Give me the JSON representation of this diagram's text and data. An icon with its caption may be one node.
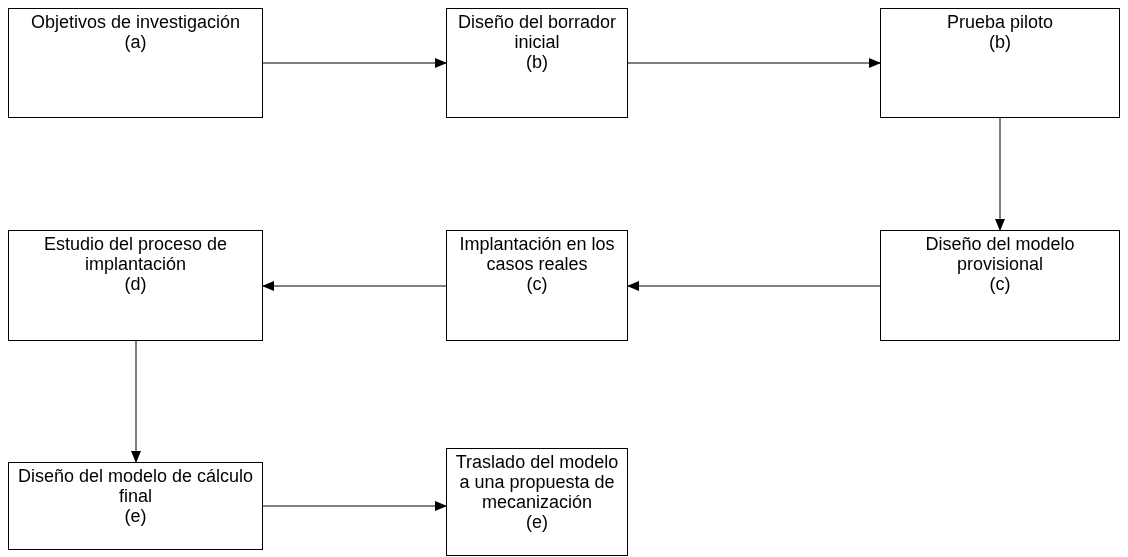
{
  "diagram": {
    "nodes": [
      {
        "text": [
          "Objetivos de investigación",
          "(a)"
        ]
      },
      {
        "text": [
          "Diseño del borrador inicial",
          "(b)"
        ]
      },
      {
        "text": [
          "Prueba piloto",
          "(b)"
        ]
      },
      {
        "text": [
          "Diseño del modelo provisional",
          "(c)"
        ]
      },
      {
        "text": [
          "Implantación en los casos reales",
          "(c)"
        ]
      },
      {
        "text": [
          "Estudio del proceso de implantación",
          "(d)"
        ]
      },
      {
        "text": [
          "Diseño del modelo de cálculo final",
          "(e)"
        ]
      },
      {
        "text": [
          "Traslado del modelo a una propuesta de mecanización",
          "(e)"
        ]
      }
    ],
    "edges": [
      {
        "from": 0,
        "to": 1,
        "arrow": "to"
      },
      {
        "from": 1,
        "to": 2,
        "arrow": "to"
      },
      {
        "from": 2,
        "to": 3,
        "arrow": "to"
      },
      {
        "from": 3,
        "to": 4,
        "arrow": "to"
      },
      {
        "from": 4,
        "to": 5,
        "arrow": "to"
      },
      {
        "from": 5,
        "to": 6,
        "arrow": "to"
      },
      {
        "from": 6,
        "to": 7,
        "arrow": "to"
      }
    ]
  }
}
